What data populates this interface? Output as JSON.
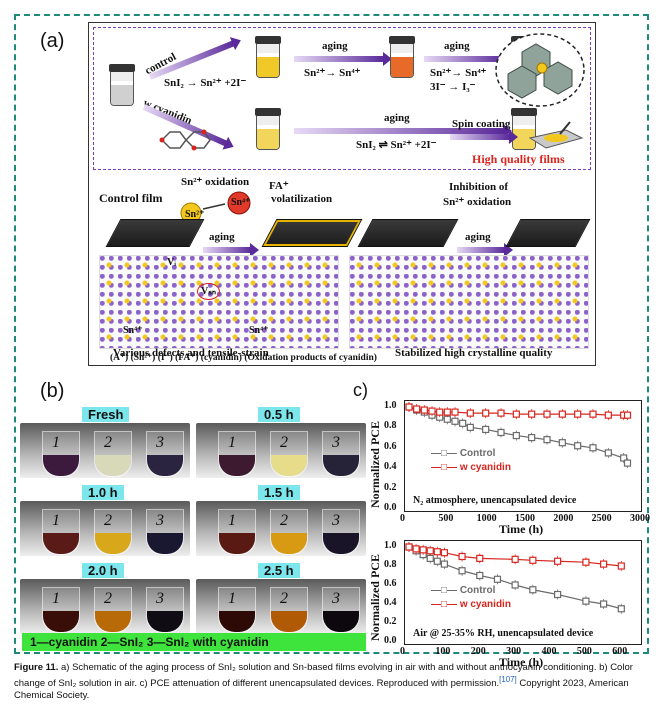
{
  "panel_labels": {
    "a": "(a)",
    "b": "(b)",
    "c": "c)"
  },
  "panel_a": {
    "control_label": "control",
    "reaction1": "SnI₂ → Sn²⁺ +2I⁻",
    "w_cyanidin_label": "w cyanidin",
    "aging1": "aging",
    "aging1_eq": "Sn²⁺→ Sn⁴⁺",
    "aging2": "aging",
    "aging2_eq1": "Sn²⁺→ Sn⁴⁺",
    "aging2_eq2": "3I⁻ → I₃⁻",
    "aging3": "aging",
    "aging3_eq": "SnI₂ ⇌ Sn²⁺ +2I⁻",
    "spin_coating": "Spin coating",
    "high_quality": "High quality films",
    "control_film": "Control film",
    "sn_oxidation": "Sn²⁺ oxidation",
    "sn2_label": "Sn²⁺",
    "sn4_label": "Sn⁴⁺",
    "fa_label": "FA⁺",
    "volatilization": "volatilization",
    "aging_b1": "aging",
    "inhibition1": "Inhibition of",
    "inhibition2": "Sn²⁺ oxidation",
    "aging_b2": "aging",
    "vi_label": "Vᵢ",
    "vsn_label": "Vₛₙ",
    "sn4_a": "Sn⁴⁺",
    "sn4_b": "Sn⁴⁺",
    "defects": "Various defects and  tensile-strain",
    "stabilized": "Stabilized high crystalline quality",
    "legend": "(A⁺)   (Sn²⁺)   (I⁻)   (FA⁺)   (cyanidin)   (Oxidation products of cyanidin)"
  },
  "panel_b": {
    "times": [
      "Fresh",
      "0.5 h",
      "1.0 h",
      "1.5 h",
      "2.0 h",
      "2.5 h"
    ],
    "tube_numbers": [
      "1",
      "2",
      "3"
    ],
    "colors": {
      "cyanidin": [
        "#3b1a3e",
        "#3e1a30",
        "#5a1a18",
        "#5a1a14",
        "#3a0e08",
        "#2e0a06"
      ],
      "sni2": [
        "#d8d9b8",
        "#e6dc8a",
        "#d9a81a",
        "#d89a12",
        "#b86a08",
        "#b05a06"
      ],
      "sni2_cyanidin": [
        "#2a2440",
        "#262238",
        "#1a1830",
        "#1a1428",
        "#100c14",
        "#0c080e"
      ]
    },
    "legend": "1—cyanidin  2—SnI₂  3—SnI₂ with cyanidin"
  },
  "chart_data": [
    {
      "type": "scatter",
      "ylabel": "Normalized PCE",
      "xlabel": "Time (h)",
      "annotation": "N₂ atmosphere, unencapsulated device",
      "xlim": [
        0,
        3000
      ],
      "ylim": [
        0.0,
        1.0
      ],
      "xticks": [
        0,
        500,
        1000,
        1500,
        2000,
        2500,
        3000
      ],
      "yticks": [
        0.0,
        0.2,
        0.4,
        0.6,
        0.8,
        1.0
      ],
      "series": [
        {
          "name": "Control",
          "color": "#6b6b6b",
          "marker": "square-open",
          "x": [
            0,
            100,
            200,
            300,
            400,
            500,
            600,
            700,
            800,
            1000,
            1200,
            1400,
            1600,
            1800,
            2000,
            2200,
            2400,
            2600,
            2800,
            2850
          ],
          "y": [
            1.0,
            0.97,
            0.95,
            0.92,
            0.9,
            0.88,
            0.86,
            0.84,
            0.8,
            0.78,
            0.75,
            0.72,
            0.7,
            0.68,
            0.65,
            0.62,
            0.6,
            0.55,
            0.5,
            0.45
          ]
        },
        {
          "name": "w cyanidin",
          "color": "#d8261f",
          "marker": "square-open",
          "x": [
            0,
            100,
            200,
            300,
            400,
            500,
            600,
            800,
            1000,
            1200,
            1400,
            1600,
            1800,
            2000,
            2200,
            2400,
            2600,
            2800,
            2850
          ],
          "y": [
            1.0,
            0.98,
            0.97,
            0.96,
            0.95,
            0.95,
            0.95,
            0.94,
            0.94,
            0.94,
            0.93,
            0.93,
            0.93,
            0.93,
            0.93,
            0.93,
            0.92,
            0.92,
            0.92
          ]
        }
      ]
    },
    {
      "type": "scatter",
      "ylabel": "Normalized PCE",
      "xlabel": "Time (h)",
      "annotation": "Air @ 25-35% RH, unencapsulated device",
      "xlim": [
        0,
        650
      ],
      "ylim": [
        0.0,
        1.0
      ],
      "xticks": [
        0,
        100,
        200,
        300,
        400,
        500,
        600
      ],
      "yticks": [
        0.0,
        0.2,
        0.4,
        0.6,
        0.8,
        1.0
      ],
      "series": [
        {
          "name": "Control",
          "color": "#6b6b6b",
          "marker": "square-open",
          "x": [
            0,
            20,
            40,
            60,
            80,
            100,
            150,
            200,
            250,
            300,
            350,
            420,
            500,
            550,
            600
          ],
          "y": [
            1.0,
            0.96,
            0.92,
            0.88,
            0.85,
            0.82,
            0.75,
            0.7,
            0.66,
            0.6,
            0.55,
            0.5,
            0.43,
            0.4,
            0.35
          ]
        },
        {
          "name": "w cyanidin",
          "color": "#d8261f",
          "marker": "square-open",
          "x": [
            0,
            20,
            40,
            60,
            80,
            100,
            150,
            200,
            300,
            350,
            420,
            500,
            550,
            600
          ],
          "y": [
            1.0,
            0.98,
            0.97,
            0.96,
            0.95,
            0.94,
            0.9,
            0.88,
            0.87,
            0.86,
            0.85,
            0.84,
            0.82,
            0.8
          ]
        }
      ]
    }
  ],
  "caption": {
    "label": "Figure 11.",
    "text": " a) Schematic of the aging process of SnI₂ solution and Sn-based films evolving in air with and without anthocyanin conditioning. b) Color change of SnI₂ solution in air. c) PCE attenuation of different unencapsulated devices. Reproduced with permission.",
    "ref": "[107]",
    "copyright": " Copyright 2023, American Chemical Society."
  }
}
